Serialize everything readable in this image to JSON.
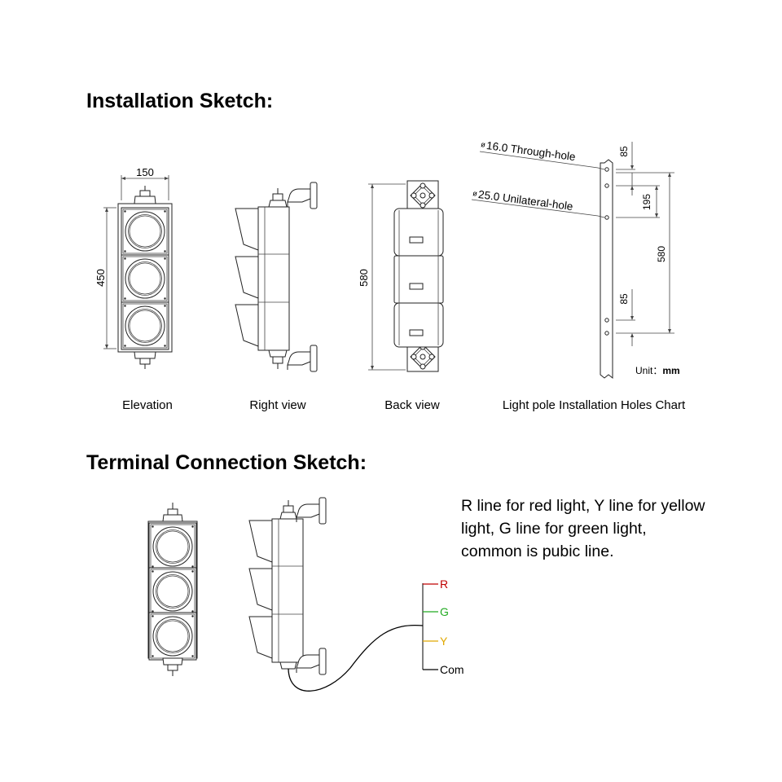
{
  "installation": {
    "title": "Installation Sketch:",
    "dimensions": {
      "elevation_width": "150",
      "elevation_height": "450",
      "back_height": "580",
      "hole_a": "85",
      "hole_b": "195",
      "hole_span": "580",
      "hole_c": "85"
    },
    "hole_labels": {
      "through_hole": "16.0 Through-hole",
      "unilateral_hole": "25.0 Unilateral-hole",
      "diameter_symbol": "ø"
    },
    "unit_label": "Unit：",
    "unit_value": "mm",
    "captions": {
      "elevation": "Elevation",
      "right": "Right view",
      "back": "Back view",
      "chart": "Light pole Installation Holes Chart"
    }
  },
  "terminal": {
    "title": "Terminal Connection Sketch:",
    "note": "R line for red light, Y line for yellow light,  G line for green light, common is pubic line.",
    "wires": [
      {
        "label": "R",
        "color": "#c00000"
      },
      {
        "label": "G",
        "color": "#22aa22"
      },
      {
        "label": "Y",
        "color": "#e0a800"
      },
      {
        "label": "Com",
        "color": "#000000"
      }
    ]
  }
}
